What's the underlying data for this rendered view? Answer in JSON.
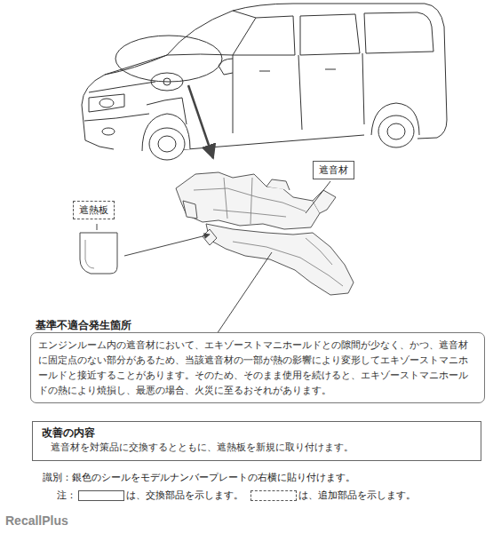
{
  "diagram": {
    "nodes": [
      {
        "text": [
          "遮熱板"
        ]
      },
      {
        "text": [
          "遮音材"
        ]
      },
      {
        "text": [
          "基準不適合発生箇所",
          "エンジンルーム内の遮音材において、エキゾーストマニホールドとの隙間が少なく、かつ、遮音材に固定点のない部分があるため、当該遮音材の一部が熱の影響により変形してエキゾーストマニホールドと接近することがあります。そのため、そのまま使用を続けると、エキゾーストマニホールドの熱により焼損し、最悪の場合、火災に至るおそれがあります。"
        ]
      },
      {
        "text": [
          "改善の内容",
          "遮音材を対策品に交換するとともに、遮熱板を新規に取り付けます。"
        ]
      }
    ],
    "labels": [
      "識別：銀色のシールをモデルナンバープレートの右横に貼り付けます。",
      "注：",
      "は、交換部品を示します。",
      "は、追加部品を示します。",
      "RecallPlus"
    ]
  }
}
